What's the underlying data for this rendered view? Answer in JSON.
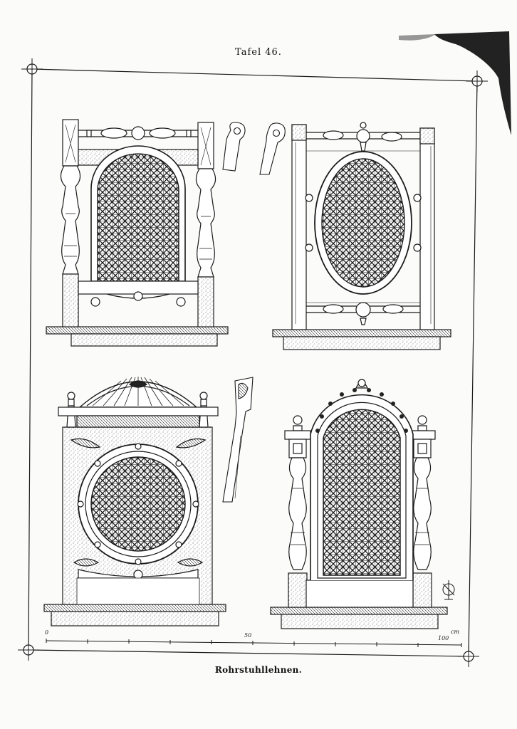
{
  "plate": {
    "title": "Tafel 46.",
    "caption": "Rohrstuhllehnen."
  },
  "scale_bar": {
    "start": "0",
    "mid": "50",
    "end": "100",
    "unit": "cm"
  },
  "figures": [
    {
      "name": "chair-back-arched-with-spindle-rail"
    },
    {
      "name": "chair-back-oval-cane-panel"
    },
    {
      "name": "chair-back-round-cane-with-pediment"
    },
    {
      "name": "chair-back-tall-arch-with-columns"
    }
  ],
  "colors": {
    "ink": "#1a1a1a",
    "paper": "#fbfbf9",
    "stain": "#2a2a2a"
  }
}
